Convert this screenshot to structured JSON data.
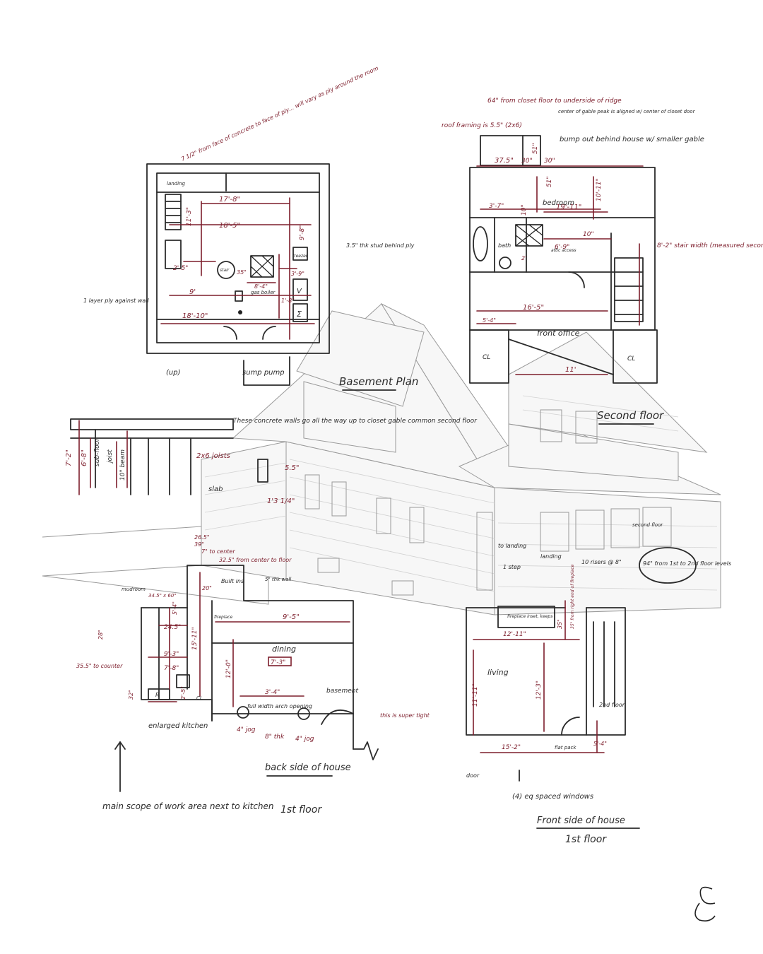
{
  "basement": {
    "title": "Basement Plan",
    "note_concrete": "7 1/2\" from face of concrete to face of ply... will vary as ply around the room",
    "note_stud": "3.5\" thk stud behind ply",
    "note_ply": "1 layer ply against wall",
    "note_concrete_walls": "These concrete walls go all the way up to closet gable common second floor",
    "dims": [
      "17'-8\"",
      "18'-5\"",
      "11'-3\"",
      "9'-8\"",
      "2'-5\"",
      "35\"",
      "9'",
      "18'-10\"",
      "8'-4\"",
      "3'-9\"",
      "1'-8\""
    ],
    "labels": [
      "landing",
      "stair",
      "gas boiler",
      "freezer",
      "V",
      "Σ",
      "sump pump",
      "(up)"
    ]
  },
  "section": {
    "labels": [
      "7'-2\"",
      "6'-8\"",
      "sub-floor",
      "joist",
      "10\" beam",
      "2x6 joists",
      "slab",
      "5.5\"",
      "1'3 1/4\""
    ]
  },
  "second_floor": {
    "title": "Second floor",
    "note_top": "64\" from closet floor to underside of ridge",
    "note_roof": "roof framing is 5.5\" (2x6)",
    "note_peak": "center of gable peak is aligned w/ center of closet door",
    "note_bump": "bump out behind house w/ smaller gable",
    "note_stair": "8'-2\" stair width (measured second wall)",
    "dims": [
      "37.5\"",
      "30\"",
      "30\"",
      "51\"",
      "51\"",
      "10'-11\"",
      "3'-7\"",
      "10\"",
      "19'-11\"",
      "10\"",
      "6'-9\"",
      "2'",
      "16'-5\"",
      "5'-4\"",
      "11'"
    ],
    "labels": [
      "bedroom",
      "bath",
      "attic access",
      "front office",
      "CL",
      "CL"
    ]
  },
  "back_first": {
    "title": "back side of house",
    "subtitle": "1st floor",
    "dims": [
      "26.5\"",
      "39\"",
      "7\" to center",
      "32.5\" from center to floor",
      "34.5\" x 60\"",
      "24.5\"",
      "28\"",
      "35.5\" to counter",
      "5'-4\"",
      "15'-11\"",
      "9'-3\"",
      "7'-8\"",
      "32\"",
      "2'-5\"",
      "20\"",
      "9'-5\"",
      "7'-3\"",
      "12'-0\"",
      "3'-4\"",
      "4\" jog",
      "8\" thk",
      "4\" jog"
    ],
    "labels": [
      "mudroom",
      "Built ins",
      "5\" thk wall",
      "fireplace",
      "dining",
      "full width arch opening",
      "basement",
      "this is super tight",
      "R",
      "CL",
      "enlarged kitchen"
    ],
    "note_scope": "main scope of work area next to kitchen"
  },
  "front_first": {
    "title": "Front side of house",
    "subtitle": "1st floor",
    "dims": [
      "12'-11\"",
      "11'-11\"",
      "12'-3\"",
      "15'-2\"",
      "5'-4\"",
      "35\""
    ],
    "labels": [
      "living",
      "2nd floor",
      "fireplace inset, keeps",
      "flat pack",
      "door",
      "to landing",
      "landing",
      "1 step",
      "10 risers @ 8\"",
      "second floor"
    ],
    "note_windows": "(4) eq spaced windows",
    "note_levels": "94\" from 1st to 2nd floor levels",
    "note_center": "35\" from right end of fireplace"
  },
  "colors": {
    "ink": "#2b2b2b",
    "annotation": "#7d1e2c",
    "render": "#9a9a9a"
  },
  "signature": "E"
}
